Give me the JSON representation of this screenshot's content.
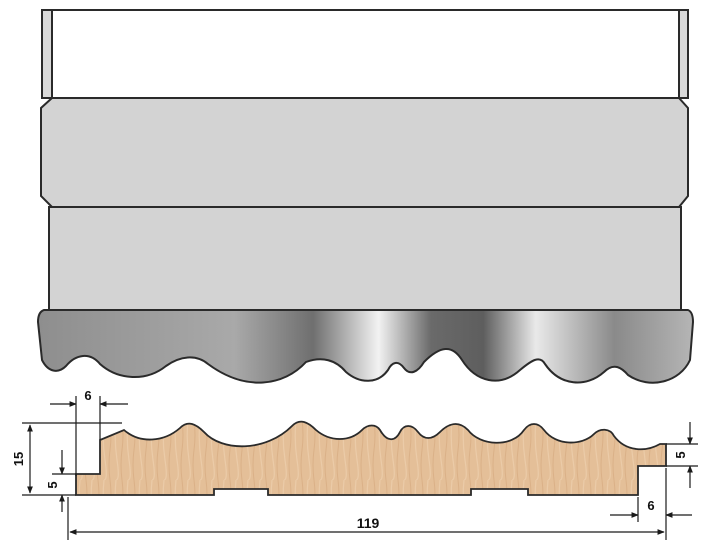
{
  "dimensions": {
    "left_step_width": "6",
    "profile_height": "15",
    "left_step_height": "5",
    "right_step_height": "5",
    "right_step_width": "6",
    "total_width": "119"
  },
  "colors": {
    "outline": "#2a2a2a",
    "tool_body": "#d3d3d3",
    "tool_top": "#ffffff",
    "cutter_edge": "#9a9a9a",
    "wood_base": "#e3bd95",
    "dimension_line": "#1a1a1a"
  }
}
